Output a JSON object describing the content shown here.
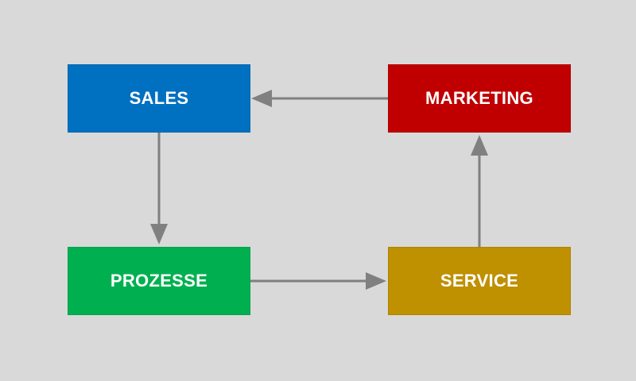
{
  "diagram": {
    "background": "#d9d9d9",
    "arrow_color": "#808080",
    "nodes": [
      {
        "id": "marketing",
        "label": "MARKETING",
        "color": "#c00000"
      },
      {
        "id": "sales",
        "label": "SALES",
        "color": "#0070c0"
      },
      {
        "id": "prozesse",
        "label": "PROZESSE",
        "color": "#00b050"
      },
      {
        "id": "service",
        "label": "SERVICE",
        "color": "#bf9000"
      }
    ],
    "edges": [
      {
        "from": "marketing",
        "to": "sales"
      },
      {
        "from": "sales",
        "to": "prozesse"
      },
      {
        "from": "prozesse",
        "to": "service"
      },
      {
        "from": "service",
        "to": "marketing"
      }
    ]
  }
}
